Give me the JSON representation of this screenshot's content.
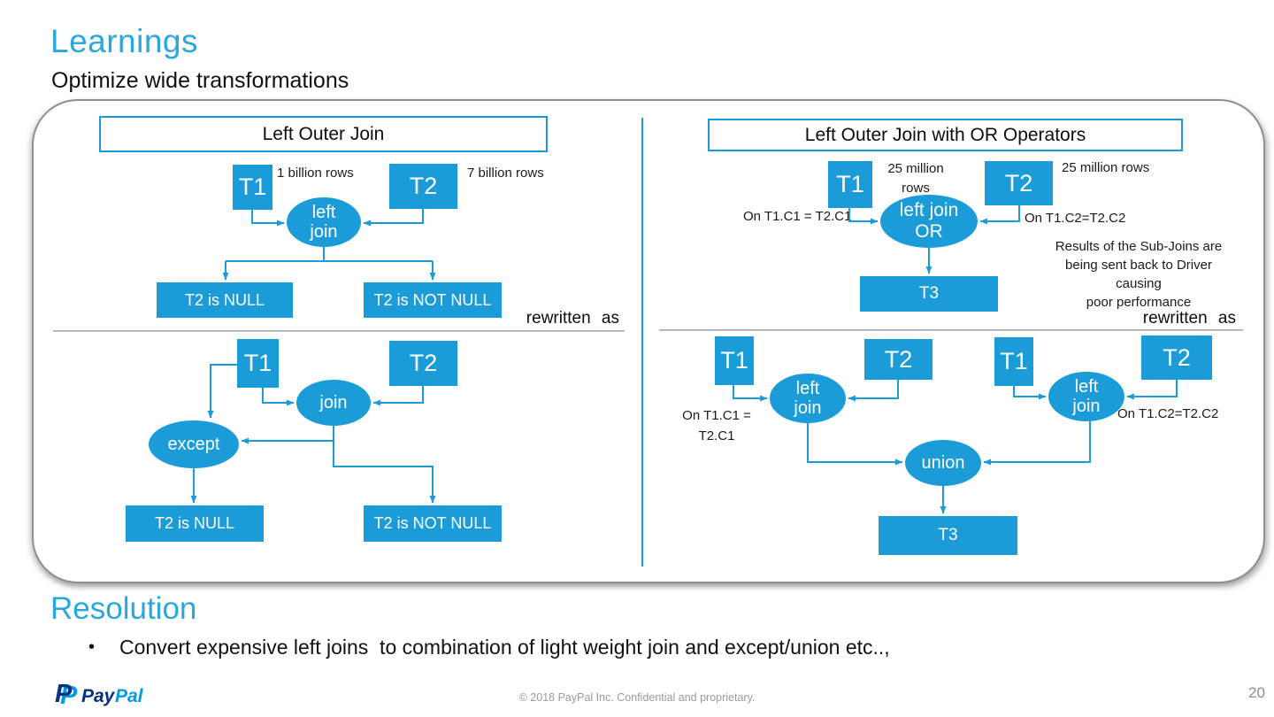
{
  "slide": {
    "title": "Learnings",
    "subtitle": "Optimize wide transformations",
    "resolution": {
      "heading": "Resolution",
      "bullet_glyph": "•",
      "bullet_text": "Convert expensive left joins  to combination of light weight join and except/union etc..,"
    },
    "footer": {
      "copyright": "© 2018 PayPal Inc. Confidential and proprietary.",
      "page_number": "20",
      "logo": {
        "monogram": "P",
        "word_pay": "Pay",
        "word_pal": "Pal"
      }
    },
    "colors": {
      "accent_blue": "#1b9cd8",
      "heading_blue": "#2ba7e0",
      "paypal_dark_blue": "#003087",
      "paypal_light_blue": "#009cde"
    }
  },
  "left_panel": {
    "title": "Left Outer Join",
    "top": {
      "t1_label": "T1",
      "t1_rows": "1 billion rows",
      "t2_label": "T2",
      "t2_rows": "7 billion rows",
      "join_line1": "left",
      "join_line2": "join",
      "null_label": "T2 is NULL",
      "not_null_label": "T2 is NOT NULL",
      "rewritten_as": "rewritten as"
    },
    "bottom": {
      "t1_label": "T1",
      "t2_label": "T2",
      "join_label": "join",
      "except_label": "except",
      "null_label": "T2 is NULL",
      "not_null_label": "T2 is NOT NULL"
    }
  },
  "right_panel": {
    "title": "Left Outer Join with OR Operators",
    "top": {
      "t1_label": "T1",
      "t1_rows": "25 million rows",
      "t2_label": "T2",
      "t2_rows": "25 million rows",
      "on_left": "On T1.C1 = T2.C1",
      "on_right": "On T1.C2=T2.C2",
      "join_line1": "left join",
      "join_line2": "OR",
      "t3_label": "T3",
      "note_lines": [
        "Results of the Sub-Joins are",
        "being sent back to Driver causing",
        "poor performance"
      ],
      "rewritten_as": "rewritten as"
    },
    "bottom": {
      "a": {
        "t1_label": "T1",
        "t2_label": "T2",
        "join_line1": "left",
        "join_line2": "join",
        "on_line1": "On T1.C1 =",
        "on_line2": "T2.C1"
      },
      "b": {
        "t1_label": "T1",
        "t2_label": "T2",
        "join_line1": "left",
        "join_line2": "join",
        "on_label": "On T1.C2=T2.C2"
      },
      "union_label": "union",
      "t3_label": "T3"
    }
  }
}
